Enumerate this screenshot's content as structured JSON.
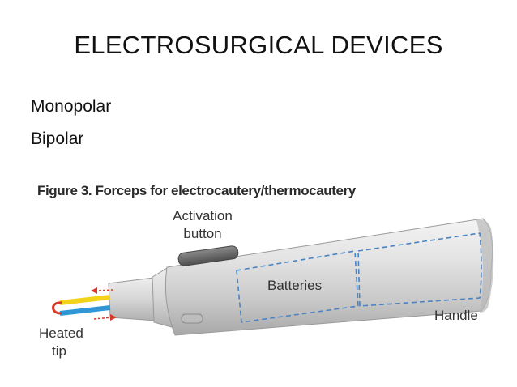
{
  "slide": {
    "title": "ELECTROSURGICAL DEVICES",
    "bullets": [
      "Monopolar",
      "Bipolar"
    ]
  },
  "figure": {
    "caption": "Figure 3. Forceps for electrocautery/thermocautery",
    "labels": {
      "activation": "Activation",
      "button": "button",
      "batteries": "Batteries",
      "handle": "Handle",
      "heated": "Heated",
      "tip": "tip"
    },
    "colors": {
      "wire_top": "#f3d31a",
      "wire_bottom": "#2f97d8",
      "heated_tip": "#d83a2a",
      "dashed_outline": "#4a84c4",
      "arrow": "#d83a2a"
    }
  }
}
